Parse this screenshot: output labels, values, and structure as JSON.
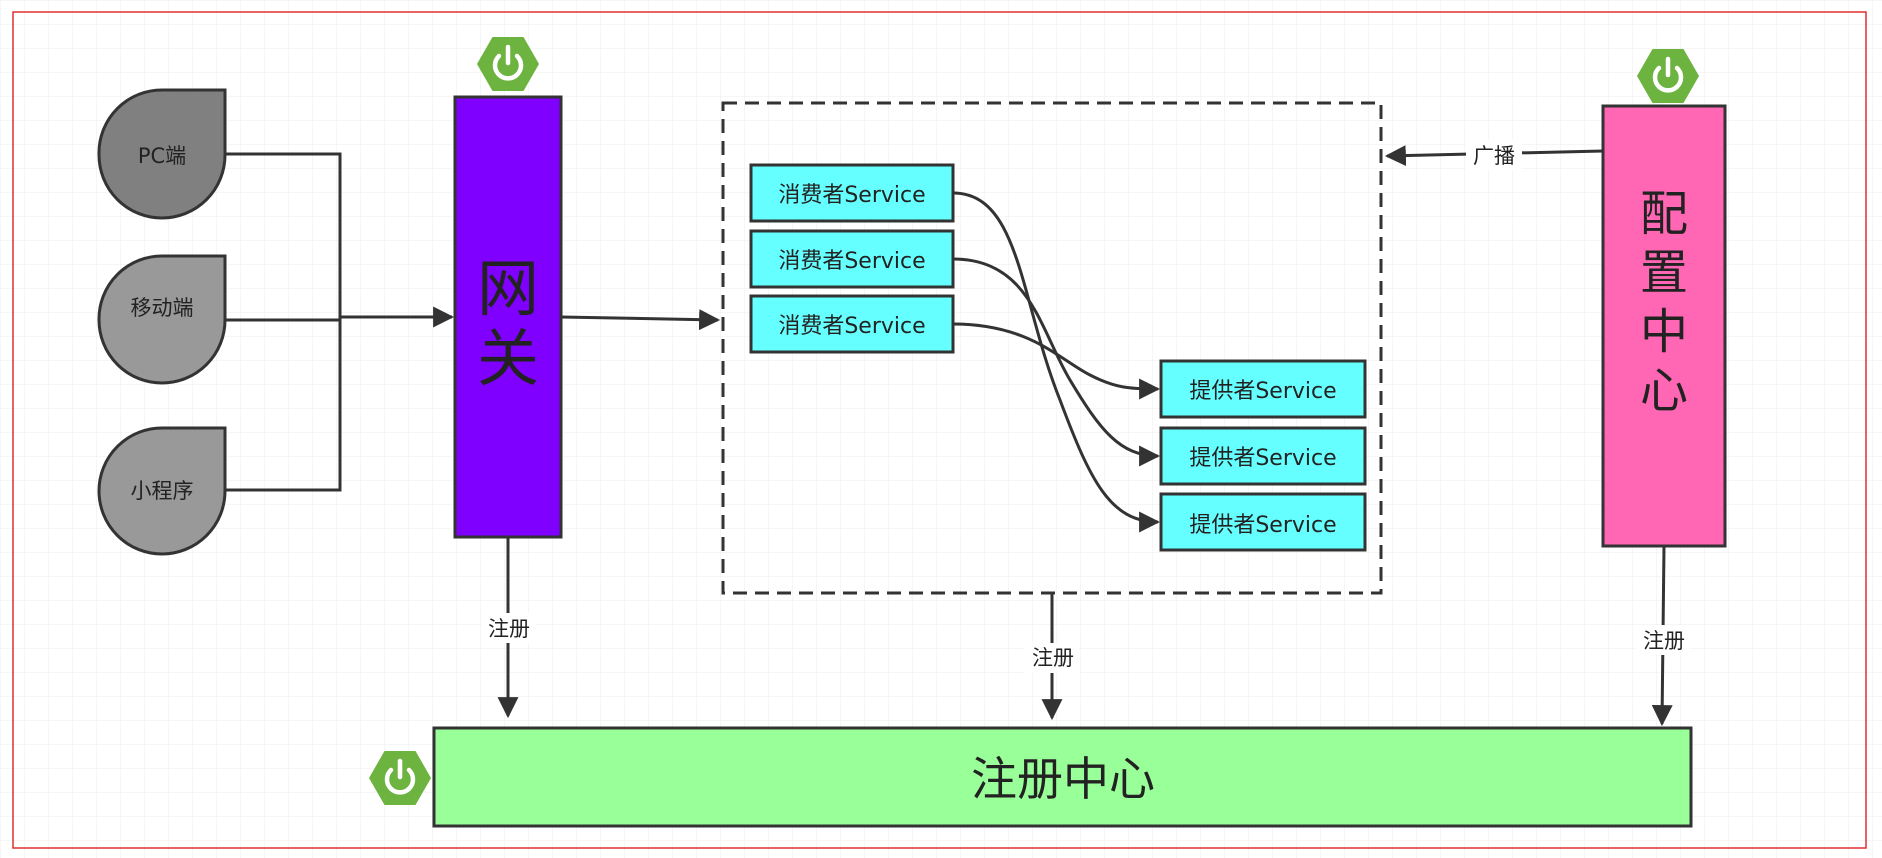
{
  "clients": [
    "PC端",
    "移动端",
    "小程序"
  ],
  "gateway": {
    "label": [
      "网",
      "关"
    ]
  },
  "consumers": [
    "消费者Service",
    "消费者Service",
    "消费者Service"
  ],
  "providers": [
    "提供者Service",
    "提供者Service",
    "提供者Service"
  ],
  "config_center": {
    "label": [
      "配",
      "置",
      "中",
      "心"
    ]
  },
  "registry": {
    "label": "注册中心"
  },
  "edges": {
    "broadcast": "广播",
    "register_gateway": "注册",
    "register_services": "注册",
    "register_config": "注册"
  },
  "icons": [
    "spring-power-icon",
    "spring-power-icon",
    "spring-power-icon"
  ],
  "colors": {
    "gateway": "#7F00FF",
    "config_center": "#FF66B3",
    "registry": "#99FF99",
    "service": "#66FFFF",
    "client_pc": "#808080",
    "client_other": "#999999",
    "spring": "#6DB33F",
    "border": "#E03030"
  }
}
